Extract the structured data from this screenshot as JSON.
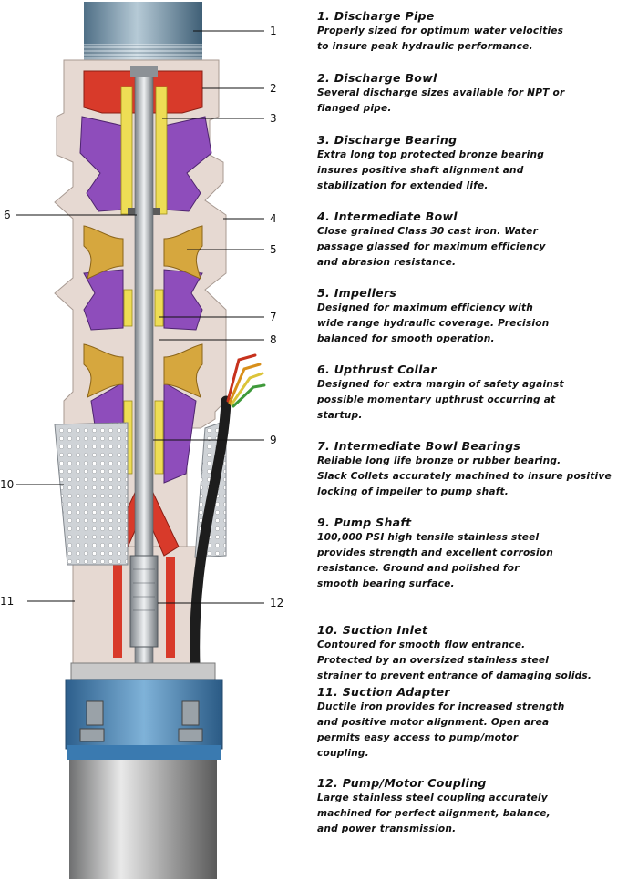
{
  "callouts": [
    "1",
    "2",
    "3",
    "6",
    "4",
    "5",
    "7",
    "8",
    "9",
    "10",
    "11",
    "12"
  ],
  "colors": {
    "casing": "#e6d9d2",
    "discharge_bowl": "#d83a2a",
    "bowl_purple": "#8e4dbb",
    "impeller_gold": "#d6a73e",
    "bearing_yellow": "#eedd55",
    "shaft_steel": "#b9bec4",
    "adapter_blue": "#3f82b8",
    "strainer": "#c7cbd0"
  },
  "legend": [
    {
      "title": "1. Discharge Pipe",
      "lines": [
        "Properly sized for optimum water velocities",
        "to insure peak hydraulic performance."
      ]
    },
    {
      "title": "2. Discharge Bowl",
      "lines": [
        "Several discharge sizes available for NPT or",
        "flanged pipe."
      ]
    },
    {
      "title": "3. Discharge Bearing",
      "lines": [
        "Extra long top protected bronze bearing",
        "insures positive shaft alignment and",
        "stabilization for extended life."
      ]
    },
    {
      "title": "4. Intermediate Bowl",
      "lines": [
        "Close grained Class 30 cast iron. Water",
        "passage glassed for maximum efficiency",
        "and abrasion resistance."
      ]
    },
    {
      "title": "5. Impellers",
      "lines": [
        "Designed for maximum efficiency with",
        "wide range hydraulic coverage. Precision",
        "balanced for smooth operation."
      ]
    },
    {
      "title": "6. Upthrust Collar",
      "lines": [
        "Designed for extra margin of safety against",
        "possible momentary upthrust occurring at",
        "startup."
      ]
    },
    {
      "title": "7. Intermediate Bowl Bearings",
      "lines": [
        "Reliable long life bronze or rubber bearing.",
        "Slack Collets accurately machined to insure positive",
        "locking of impeller to pump shaft."
      ]
    },
    {
      "title": "9. Pump Shaft",
      "lines": [
        "100,000 PSI high tensile stainless steel",
        "provides strength and excellent corrosion",
        "resistance. Ground and polished for",
        "smooth bearing surface."
      ]
    },
    {
      "title": "10. Suction Inlet",
      "lines": [
        "Contoured for smooth flow entrance.",
        "Protected by an oversized stainless steel",
        "strainer to prevent entrance of damaging solids."
      ]
    },
    {
      "title": "11. Suction Adapter",
      "lines": [
        "Ductile iron provides for increased strength",
        "and positive motor alignment. Open area",
        "permits easy access to pump/motor",
        "coupling."
      ]
    },
    {
      "title": "12. Pump/Motor Coupling",
      "lines": [
        "Large stainless steel coupling accurately",
        "machined for perfect alignment, balance,",
        "and power transmission."
      ]
    }
  ]
}
